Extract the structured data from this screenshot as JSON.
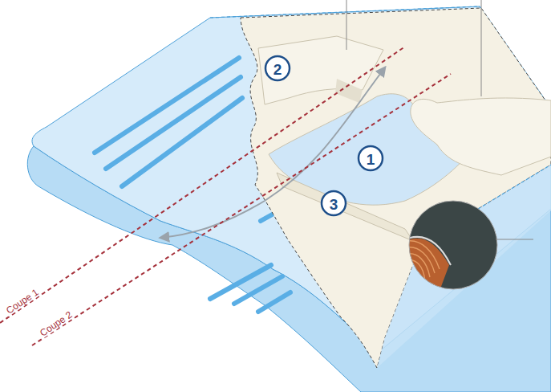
{
  "diagram": {
    "labels": [
      "2",
      "1",
      "3",
      "Coupe 1",
      "Coupe 2"
    ]
  }
}
